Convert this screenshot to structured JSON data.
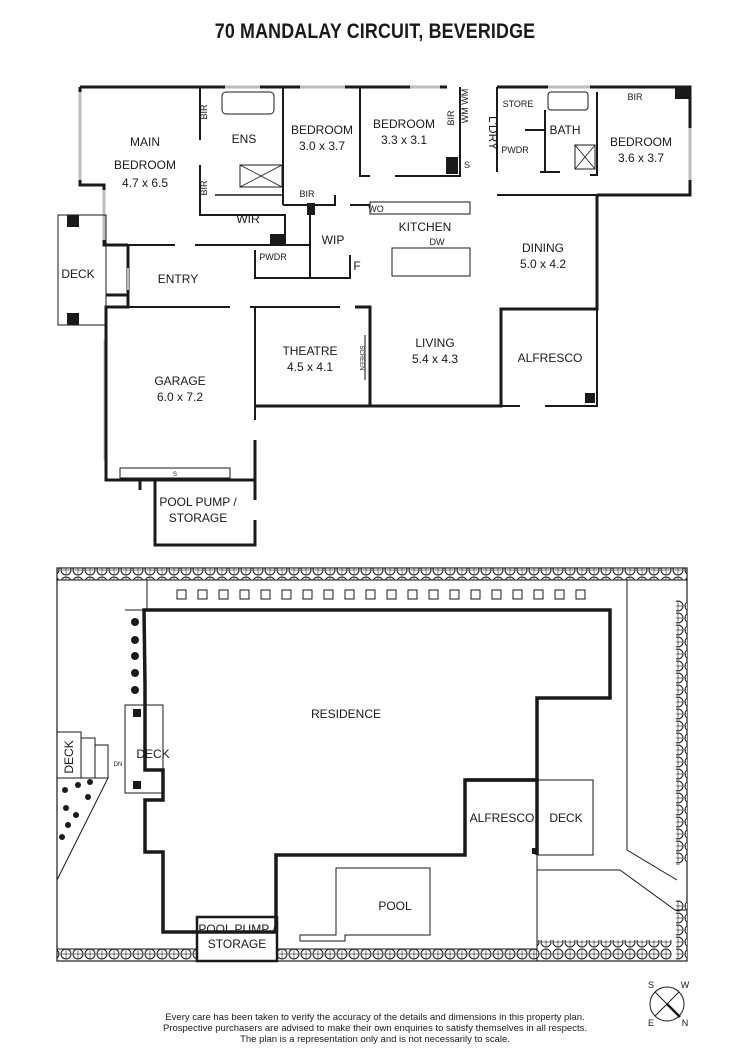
{
  "title": "70 MANDALAY CIRCUIT, BEVERIDGE",
  "floor_plan": {
    "rooms": {
      "main_bedroom": {
        "name_line1": "MAIN",
        "name_line2": "BEDROOM",
        "dims": "4.7 x 6.5"
      },
      "ens": {
        "name": "ENS"
      },
      "bir_1": {
        "name": "BIR"
      },
      "bir_2": {
        "name": "BIR"
      },
      "wir": {
        "name": "WIR"
      },
      "bedroom_2": {
        "name": "BEDROOM",
        "dims": "3.0 x 3.7"
      },
      "bir_3": {
        "name": "BIR"
      },
      "bedroom_3": {
        "name": "BEDROOM",
        "dims": "3.3 x 3.1"
      },
      "bir_4": {
        "name": "BIR"
      },
      "wm": {
        "name": "WM WM"
      },
      "s": {
        "name": "S"
      },
      "laundry": {
        "name": "L'DRY"
      },
      "store": {
        "name": "STORE"
      },
      "pwdr_1": {
        "name": "PWDR"
      },
      "bath": {
        "name": "BATH"
      },
      "bir_5": {
        "name": "BIR"
      },
      "bedroom_4": {
        "name": "BEDROOM",
        "dims": "3.6 x 3.7"
      },
      "pwdr_2": {
        "name": "PWDR"
      },
      "wip": {
        "name": "WIP"
      },
      "wo": {
        "name": "WO"
      },
      "f": {
        "name": "F"
      },
      "kitchen": {
        "name": "KITCHEN"
      },
      "dw": {
        "name": "DW"
      },
      "dining": {
        "name": "DINING",
        "dims": "5.0 x 4.2"
      },
      "deck": {
        "name": "DECK"
      },
      "entry": {
        "name": "ENTRY"
      },
      "garage": {
        "name": "GARAGE",
        "dims": "6.0 x 7.2"
      },
      "garage_s": {
        "name": "S"
      },
      "theatre": {
        "name": "THEATRE",
        "dims": "4.5 x 4.1"
      },
      "screen": {
        "name": "SCREEN"
      },
      "living": {
        "name": "LIVING",
        "dims": "5.4 x 4.3"
      },
      "alfresco": {
        "name": "ALFRESCO"
      },
      "pool_pump": {
        "name_line1": "POOL PUMP /",
        "name_line2": "STORAGE"
      }
    }
  },
  "site_plan": {
    "residence": "RESIDENCE",
    "deck_left": "DECK",
    "deck_far_left": "DECK",
    "dn": "DN",
    "alfresco": "ALFRESCO",
    "deck_right": "DECK",
    "pool": "POOL",
    "pool_pump_line1": "POOL PUMP /",
    "pool_pump_line2": "STORAGE"
  },
  "compass": {
    "s": "S",
    "w": "W",
    "e": "E",
    "n": "N"
  },
  "disclaimer": {
    "line1": "Every care has been taken to verify the accuracy of the details and dimensions in this property plan.",
    "line2": "Prospective purchasers are advised to make their own enquiries to satisfy themselves in all respects.",
    "line3": "The plan is a representation only and is not necessarily to scale."
  },
  "colors": {
    "wall": "#1a1a1a",
    "window": "#bdbdbd",
    "background": "#ffffff"
  }
}
